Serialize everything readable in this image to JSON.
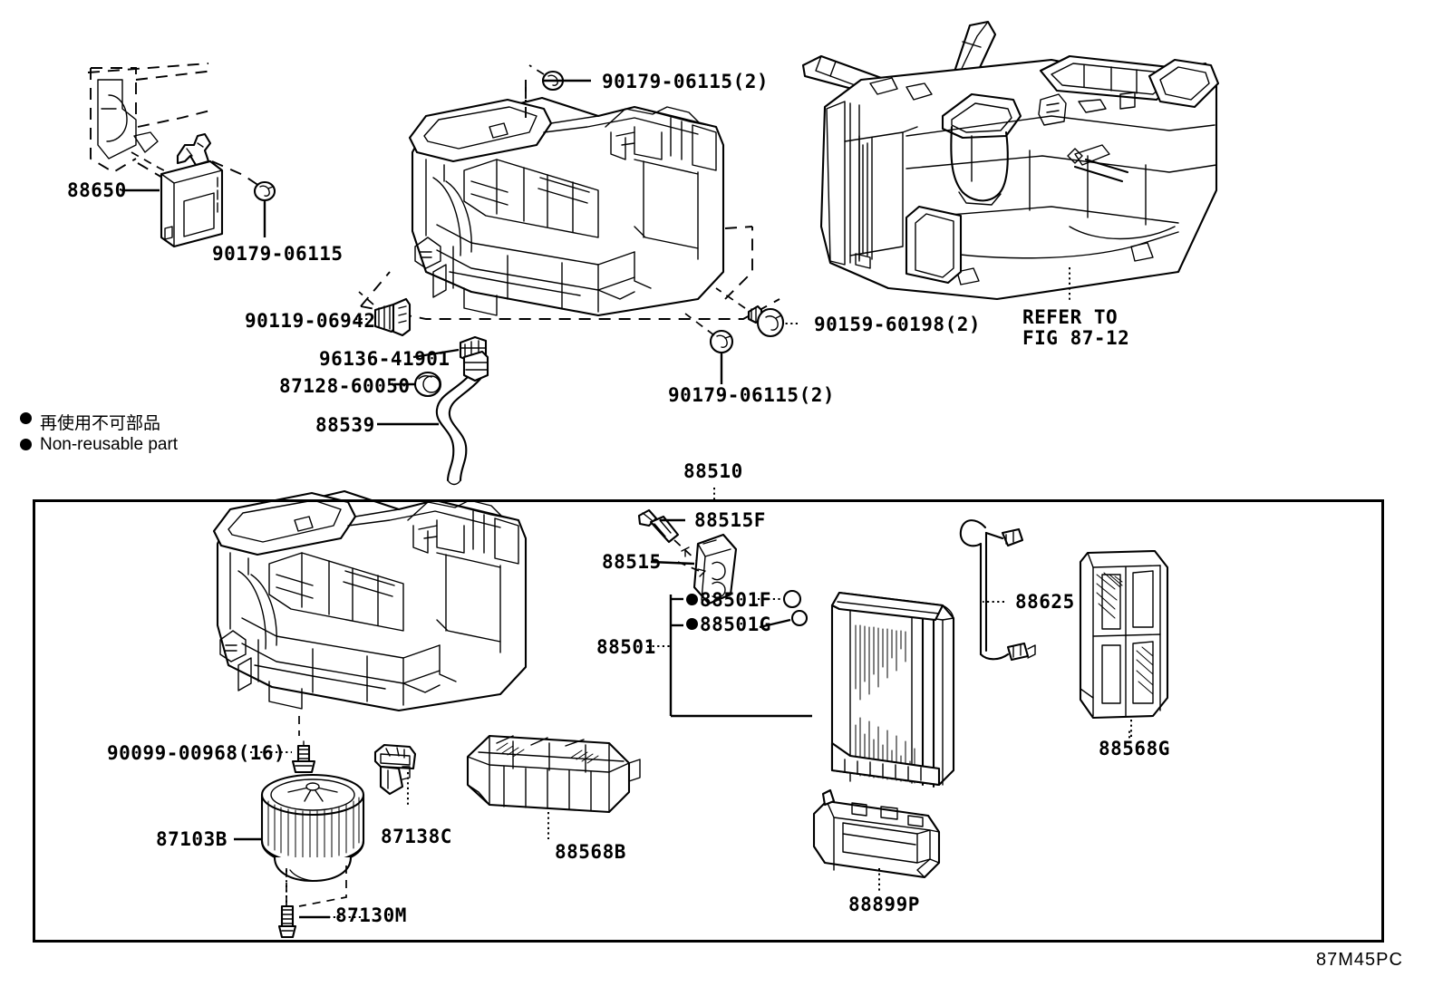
{
  "figure": {
    "code": "87M45PC",
    "reference_note_line1": "REFER TO",
    "reference_note_line2": "FIG 87-12"
  },
  "legend": {
    "japanese": "再使用不可部品",
    "english": "Non-reusable part",
    "marker": "filled-circle"
  },
  "upper_section": {
    "parts": [
      {
        "id": "88650",
        "label": "88650"
      },
      {
        "id": "90179-06115",
        "label": "90179-06115"
      },
      {
        "id": "90179-06115-2a",
        "label": "90179-06115(2)"
      },
      {
        "id": "90119-06942",
        "label": "90119-06942"
      },
      {
        "id": "96136-41901",
        "label": "96136-41901"
      },
      {
        "id": "87128-60050",
        "label": "87128-60050"
      },
      {
        "id": "88539",
        "label": "88539"
      },
      {
        "id": "90159-60198-2",
        "label": "90159-60198(2)"
      },
      {
        "id": "90179-06115-2b",
        "label": "90179-06115(2)"
      }
    ]
  },
  "lower_section": {
    "group_label": "88510",
    "parts": [
      {
        "id": "88515F",
        "label": "88515F"
      },
      {
        "id": "88515",
        "label": "88515"
      },
      {
        "id": "88501",
        "label": "88501"
      },
      {
        "id": "88501F",
        "label": "88501F",
        "nonreusable": true
      },
      {
        "id": "88501G",
        "label": "88501G",
        "nonreusable": true
      },
      {
        "id": "88625",
        "label": "88625"
      },
      {
        "id": "88568G",
        "label": "88568G"
      },
      {
        "id": "90099-00968(16)",
        "label": "90099-00968(16)"
      },
      {
        "id": "87103B",
        "label": "87103B"
      },
      {
        "id": "87138C",
        "label": "87138C"
      },
      {
        "id": "87130M",
        "label": "87130M"
      },
      {
        "id": "88568B",
        "label": "88568B"
      },
      {
        "id": "88899P",
        "label": "88899P"
      }
    ]
  },
  "colors": {
    "line": "#000000",
    "background": "#ffffff"
  }
}
